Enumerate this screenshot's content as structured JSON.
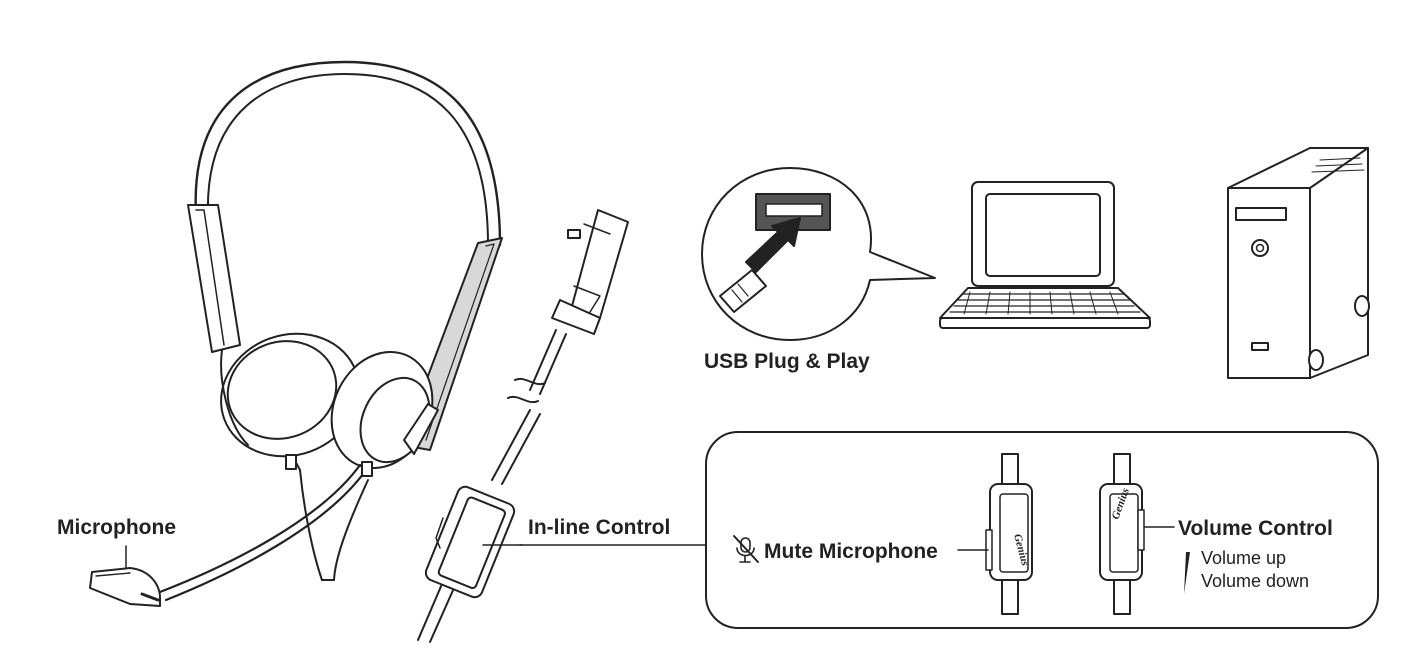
{
  "labels": {
    "microphone": "Microphone",
    "inline_control": "In-line Control",
    "usb_plug_play": "USB Plug & Play",
    "mute_microphone": "Mute Microphone",
    "volume_control": "Volume Control",
    "volume_up": "Volume up",
    "volume_down": "Volume down"
  },
  "brand": {
    "logo_text": "Genius"
  },
  "icons": [
    "headset-icon",
    "usb-plug-icon",
    "laptop-icon",
    "desktop-tower-icon",
    "mic-muted-icon",
    "inline-remote-icon"
  ],
  "colors": {
    "line": "#222222",
    "gray_fill": "#dcdcdc",
    "dark_fill": "#555555"
  }
}
